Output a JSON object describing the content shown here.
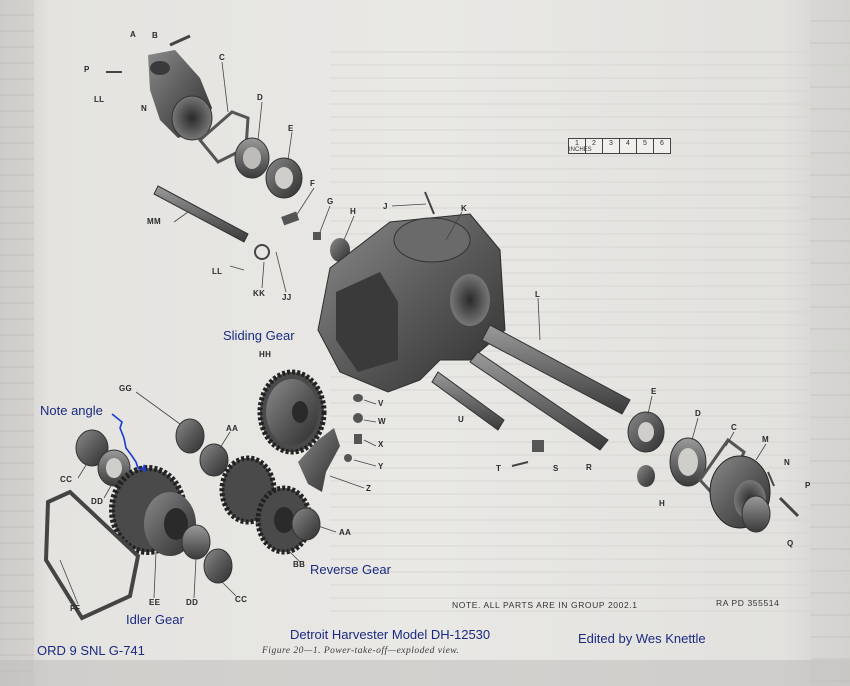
{
  "part_labels": {
    "A": "A",
    "B": "B",
    "C_top": "C",
    "P_top": "P",
    "LL_top": "LL",
    "N_top": "N",
    "D_top": "D",
    "E_top": "E",
    "MM": "MM",
    "F": "F",
    "G": "G",
    "H_top": "H",
    "J": "J",
    "K": "K",
    "LL_mid": "LL",
    "KK": "KK",
    "JJ": "JJ",
    "L": "L",
    "HH": "HH",
    "GG": "GG",
    "AA_top": "AA",
    "V": "V",
    "W": "W",
    "X": "X",
    "Y": "Y",
    "Z": "Z",
    "U": "U",
    "T": "T",
    "S": "S",
    "R": "R",
    "E_right": "E",
    "D_right": "D",
    "C_right": "C",
    "M": "M",
    "N_right": "N",
    "P_right": "P",
    "H_right": "H",
    "Q": "Q",
    "CC_left": "CC",
    "DD_left": "DD",
    "EE": "EE",
    "DD_bottom": "DD",
    "CC_bottom": "CC",
    "FF": "FF",
    "BB": "BB",
    "AA_bottom": "AA"
  },
  "scale": {
    "unit": "INCHES",
    "ticks": [
      "1",
      "2",
      "3",
      "4",
      "5",
      "6"
    ]
  },
  "printed": {
    "note": "NOTE. ALL PARTS ARE IN GROUP 2002.1",
    "ra_code": "RA PD 355514",
    "figure_caption": "Figure 20—1. Power-take-off—exploded view."
  },
  "annotations": {
    "sliding_gear": "Sliding Gear",
    "note_angle": "Note angle",
    "reverse_gear": "Reverse Gear",
    "idler_gear": "Idler Gear",
    "model": "Detroit Harvester Model DH-12530",
    "editor": "Edited by Wes Knettle",
    "ord": "ORD 9 SNL G-741"
  },
  "colors": {
    "annotation_text": "#1b2a80",
    "annotation_pen": "#1a3ad6",
    "paper": "#e9e8e5",
    "metal_dark": "#4a4a4a"
  }
}
